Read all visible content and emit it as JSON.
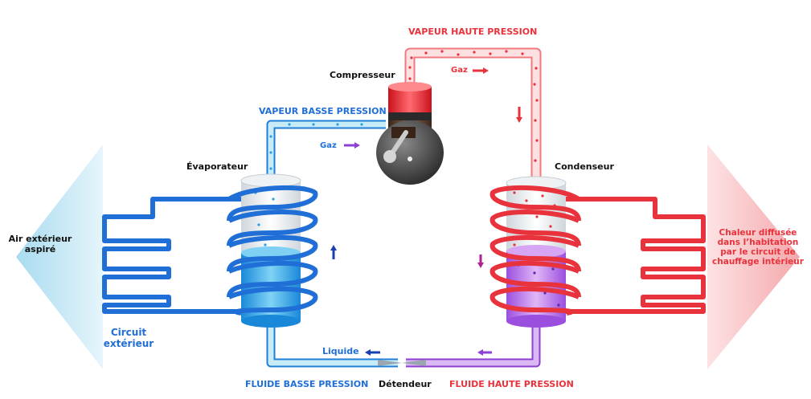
{
  "diagram": {
    "labels": {
      "vapeur_haute_pression": "VAPEUR HAUTE PRESSION",
      "compresseur": "Compresseur",
      "gaz_right": "Gaz",
      "vapeur_basse_pression": "VAPEUR BASSE PRESSION",
      "gaz_left": "Gaz",
      "evaporateur": "Évaporateur",
      "condenseur": "Condenseur",
      "air_exterieur_line1": "Air extérieur",
      "air_exterieur_line2": "aspiré",
      "chaleur_line1": "Chaleur diffusée",
      "chaleur_line2": "dans l’habitation",
      "chaleur_line3": "par le circuit de",
      "chaleur_line4": "chauffage intérieur",
      "circuit_ext_line1": "Circuit",
      "circuit_ext_line2": "extérieur",
      "liquide": "Liquide",
      "fluide_basse_pression": "FLUIDE BASSE PRESSION",
      "detendeur": "Détendeur",
      "fluide_haute_pression": "FLUIDE HAUTE PRESSION"
    },
    "colors": {
      "blue": "#1f6fd6",
      "light_blue": "#bfe6f5",
      "red": "#e8323c",
      "light_red": "#f7c9cc",
      "purple": "#9a4fd6",
      "dark": "#111111"
    }
  }
}
